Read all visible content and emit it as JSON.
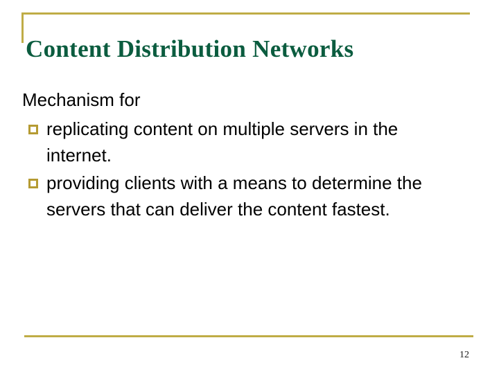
{
  "slide": {
    "title": "Content Distribution Networks",
    "lead": "Mechanism for",
    "bullets": [
      {
        "text": "replicating content on multiple servers in the internet."
      },
      {
        "text": "providing clients with a means to determine the servers that can deliver the content fastest."
      }
    ],
    "page_number": "12",
    "colors": {
      "title_green": "#0b5c3f",
      "accent_gold": "#bfac46",
      "bullet_gold": "#b59b33",
      "body_text": "#000000",
      "background": "#ffffff"
    },
    "icons": {
      "bullet": "hollow-square-bullet"
    }
  }
}
